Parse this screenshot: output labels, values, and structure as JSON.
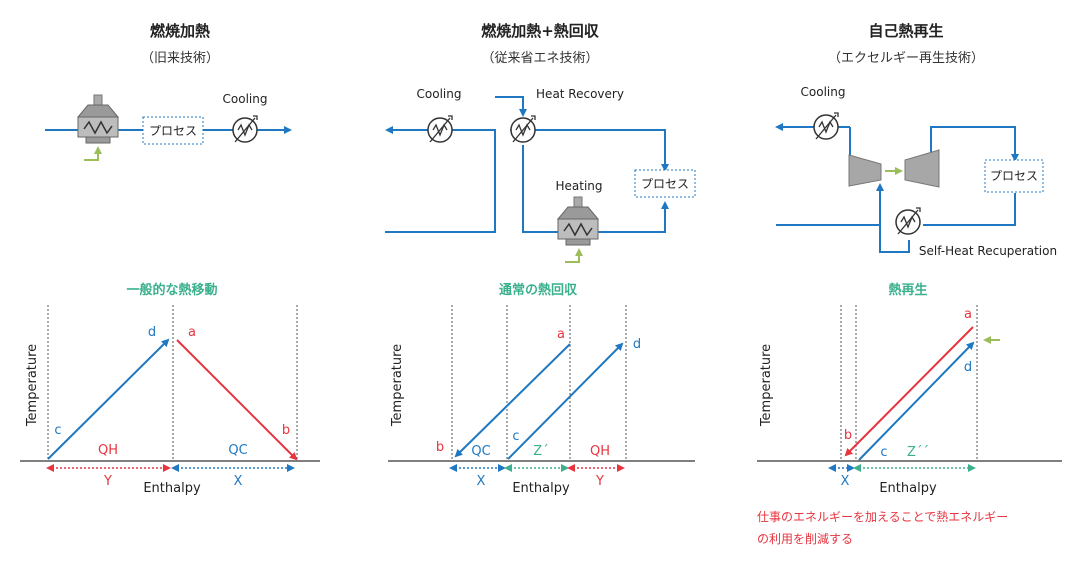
{
  "colors": {
    "blue": "#1f78c1",
    "red": "#e8343f",
    "green": "#3ab08d",
    "olive": "#9cbe5a",
    "gray": "#888888",
    "dark": "#333333"
  },
  "panels": [
    {
      "title": "燃焼加熱",
      "subtitle": "（旧来技術）",
      "section": "一般的な熱移動",
      "process_label": "プロセス",
      "cooling_label": "Cooling",
      "y_axis": "Temperature",
      "x_axis": "Enthalpy",
      "points": [
        "c",
        "d",
        "a",
        "b"
      ],
      "heat_labels": [
        "QH",
        "QC"
      ],
      "range_labels": [
        "Y",
        "X"
      ]
    },
    {
      "title": "燃焼加熱+熱回収",
      "subtitle": "（従来省エネ技術）",
      "section": "通常の熱回収",
      "process_label": "プロセス",
      "cooling_label": "Cooling",
      "recovery_label": "Heat Recovery",
      "heating_label": "Heating",
      "y_axis": "Temperature",
      "x_axis": "Enthalpy",
      "points": [
        "a",
        "b",
        "c",
        "d"
      ],
      "heat_labels": [
        "QC",
        "Z´",
        "QH"
      ],
      "range_labels": [
        "X",
        "Y"
      ]
    },
    {
      "title": "自己熱再生",
      "subtitle": "（エクセルギー再生技術）",
      "section": "熱再生",
      "process_label": "プロセス",
      "cooling_label": "Cooling",
      "recuperation_label": "Self-Heat Recuperation",
      "y_axis": "Temperature",
      "x_axis": "Enthalpy",
      "points": [
        "a",
        "d",
        "b",
        "c"
      ],
      "heat_labels": [
        "Z´´"
      ],
      "range_labels": [
        "X"
      ],
      "note_line1": "仕事のエネルギーを加えることで熱エネルギー",
      "note_line2": "の利用を削減する"
    }
  ]
}
